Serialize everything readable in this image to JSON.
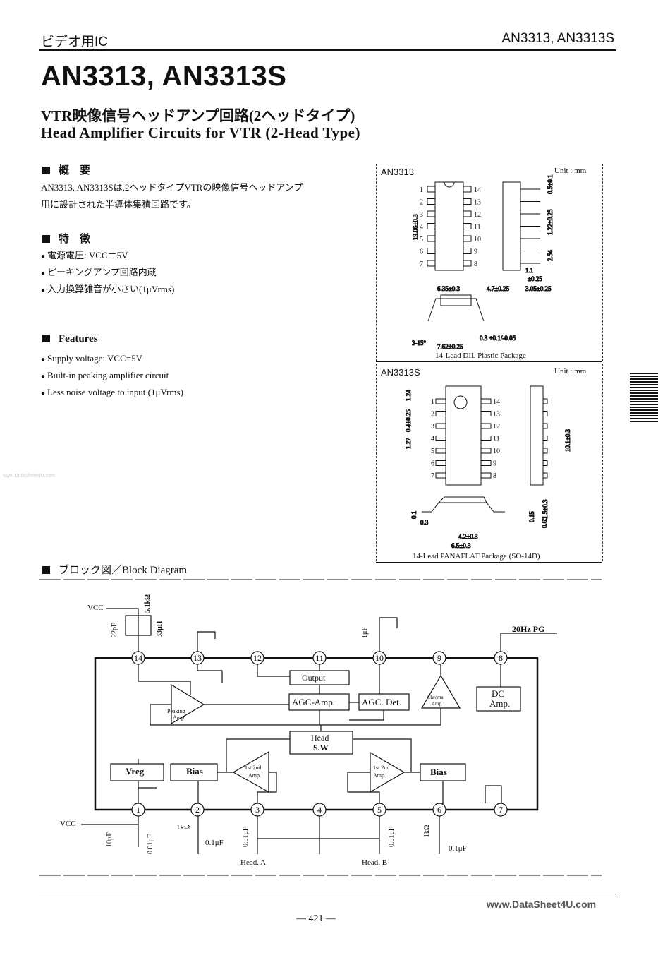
{
  "header": {
    "category": "ビデオ用IC",
    "part_numbers": "AN3313, AN3313S"
  },
  "title": "AN3313, AN3313S",
  "subtitle_ja": "VTR映像信号ヘッドアンプ回路(2ヘッドタイプ)",
  "subtitle_en": "Head Amplifier Circuits for VTR (2-Head Type)",
  "overview": {
    "heading": "概　要",
    "text_line1": "AN3313, AN3313Sは,2ヘッドタイプVTRの映像信号ヘッドアンプ",
    "text_line2": "用に設計された半導体集積回路です。"
  },
  "features_ja": {
    "heading": "特　徴",
    "items": [
      "電源電圧: VCC＝5V",
      "ピーキングアンプ回路内蔵",
      "入力換算雑音が小さい(1μVrms)"
    ]
  },
  "features_en": {
    "heading": "Features",
    "items": [
      "Supply voltage: VCC=5V",
      "Built-in peaking amplifier circuit",
      "Less noise voltage  to input (1μVrms)"
    ]
  },
  "package1": {
    "name": "AN3313",
    "unit": "Unit : mm",
    "caption": "14-Lead DIL Plastic Package",
    "dims": [
      "19.06±0.3",
      "6.35±0.3",
      "4.7±0.25",
      "3.05±0.25",
      "1.1",
      "±0.25",
      "2.54",
      "1.22±0.25",
      "0.5±0.1",
      "7.62±0.25",
      "3-15°",
      "0.3 +0.1/-0.05"
    ],
    "pins_left": [
      "1",
      "2",
      "3",
      "4",
      "5",
      "6",
      "7"
    ],
    "pins_right": [
      "14",
      "13",
      "12",
      "11",
      "10",
      "9",
      "8"
    ]
  },
  "package2": {
    "name": "AN3313S",
    "unit": "Unit : mm",
    "caption": "14-Lead PANAFLAT Package (SO-14D)",
    "dims": [
      "1.24",
      "0.4±0.25",
      "1.27",
      "10.1±0.3",
      "1.5±0.3",
      "0.1",
      "0.3",
      "0.15",
      "0.65",
      "4.2±0.3",
      "6.5±0.3"
    ],
    "pins_left": [
      "1",
      "2",
      "3",
      "4",
      "5",
      "6",
      "7"
    ],
    "pins_right": [
      "14",
      "13",
      "12",
      "11",
      "10",
      "9",
      "8"
    ]
  },
  "block_diagram": {
    "heading": "ブロック図／Block Diagram",
    "blocks": {
      "output": "Output",
      "agc_amp": "AGC-Amp.",
      "agc_det": "AGC. Det.",
      "head_sw_1": "Head",
      "head_sw_2": "S.W",
      "vreg": "Vreg",
      "bias_left": "Bias",
      "bias_right": "Bias",
      "dc_amp_1": "DC",
      "dc_amp_2": "Amp.",
      "peaking_1": "Peaking",
      "peaking_2": "Amp.",
      "chroma_1": "Chroma",
      "chroma_2": "Amp.",
      "amp_left_1": "1st 2nd",
      "amp_left_2": "Amp.",
      "amp_right_1": "1st 2nd",
      "amp_right_2": "Amp."
    },
    "pins_top": [
      "14",
      "13",
      "12",
      "11",
      "10",
      "9",
      "8"
    ],
    "pins_bottom": [
      "1",
      "2",
      "3",
      "4",
      "5",
      "6",
      "7"
    ],
    "labels": {
      "vcc_top": "VCC",
      "r14": "5.1kΩ",
      "c14": "22pF",
      "l14": "33μH",
      "c10": "1μF",
      "pg": "20Hz  PG",
      "vcc_bottom": "VCC",
      "c1a": "10μF",
      "c1b": "0.01μF",
      "r2": "1kΩ",
      "c2": "0.1μF",
      "c3": "0.01μF",
      "head_a": "Head. A",
      "c5": "0.01μF",
      "head_b": "Head. B",
      "r6": "1kΩ",
      "c6": "0.1μF"
    }
  },
  "footer": {
    "page_number": "— 421 —",
    "watermark": "www.DataSheet4U.com",
    "side_watermark": "www.DataSheet4U.com"
  }
}
